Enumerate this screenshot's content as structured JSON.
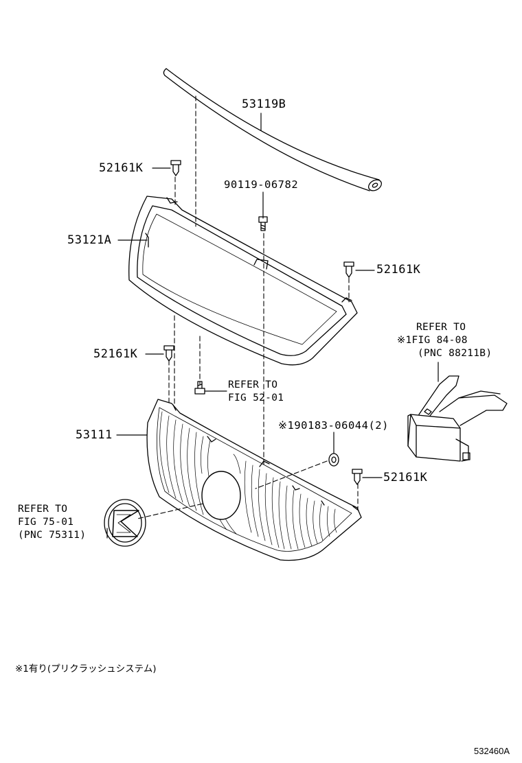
{
  "part_labels": [
    {
      "id": "p53119b",
      "text": "53119B"
    },
    {
      "id": "p52161k_a",
      "text": "52161K"
    },
    {
      "id": "p90119",
      "text": "90119-06782"
    },
    {
      "id": "p53121a",
      "text": "53121A"
    },
    {
      "id": "p52161k_b",
      "text": "52161K"
    },
    {
      "id": "p52161k_c",
      "text": "52161K"
    },
    {
      "id": "p53111",
      "text": "53111"
    },
    {
      "id": "p90183",
      "text": "※190183-06044(2)"
    },
    {
      "id": "p52161k_d",
      "text": "52161K"
    }
  ],
  "references": {
    "fig_52_01": {
      "line1": "REFER TO",
      "line2": "FIG 52-01"
    },
    "fig_84_08": {
      "line1": "REFER TO",
      "line2": "※1FIG 84-08",
      "line3": "(PNC 88211B)"
    },
    "fig_75_01": {
      "line1": "REFER TO",
      "line2": "FIG 75-01",
      "line3": "(PNC 75311)"
    }
  },
  "footnote": "※1有り(プリクラッシュシステム)",
  "figure_id": "532460A"
}
